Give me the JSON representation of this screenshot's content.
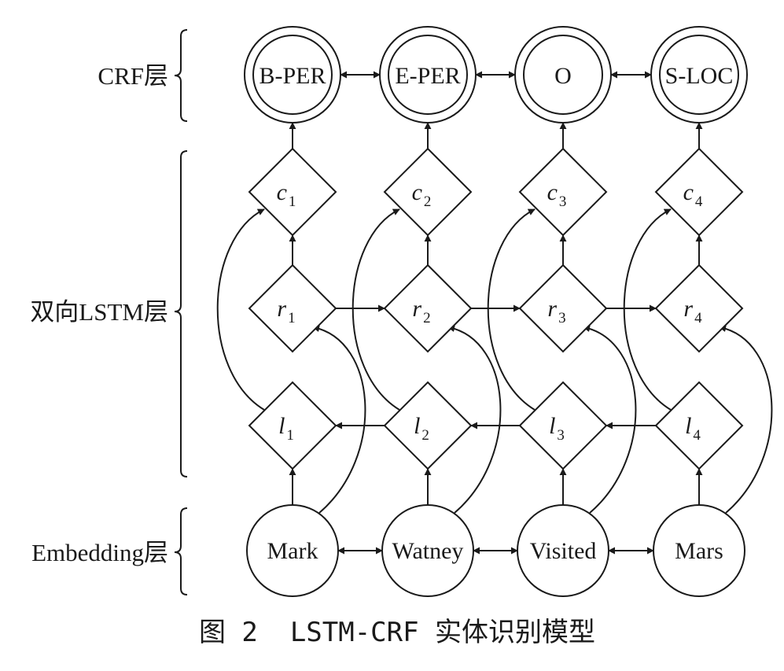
{
  "layers": {
    "crf": "CRF层",
    "bilstm": "双向LSTM层",
    "embedding": "Embedding层"
  },
  "crf_tags": [
    "B-PER",
    "E-PER",
    "O",
    "S-LOC"
  ],
  "words": [
    "Mark",
    "Watney",
    "Visited",
    "Mars"
  ],
  "cells": {
    "c": {
      "letter": "c",
      "subs": [
        "1",
        "2",
        "3",
        "4"
      ]
    },
    "r": {
      "letter": "r",
      "subs": [
        "1",
        "2",
        "3",
        "4"
      ]
    },
    "l": {
      "letter": "l",
      "subs": [
        "1",
        "2",
        "3",
        "4"
      ]
    }
  },
  "caption": "图 2  LSTM-CRF 实体识别模型"
}
